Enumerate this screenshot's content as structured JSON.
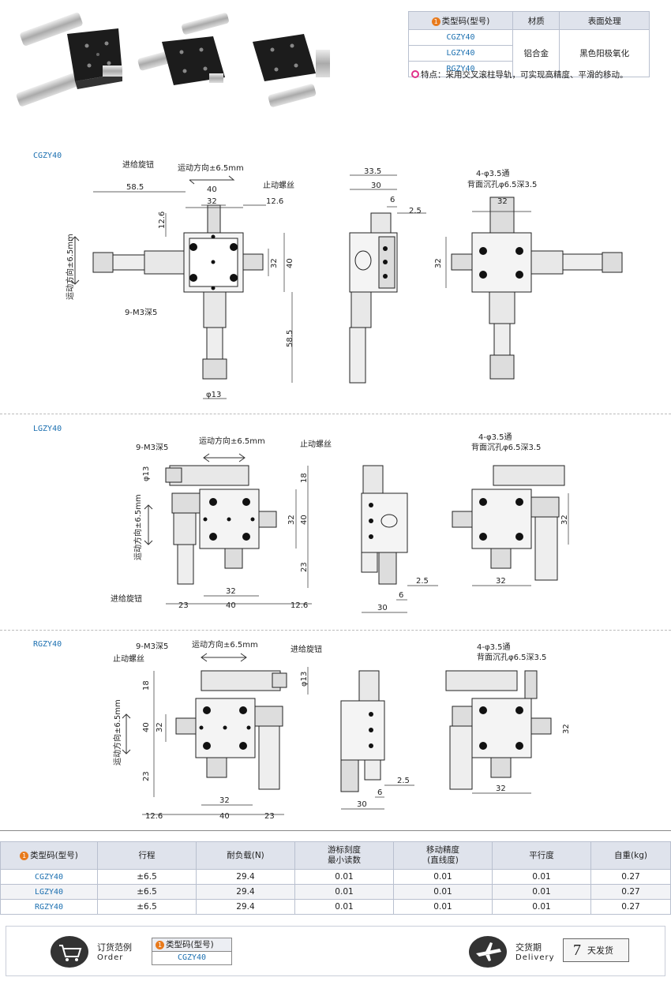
{
  "spec_table": {
    "headers": [
      "类型码(型号)",
      "材质",
      "表面处理"
    ],
    "header_num": "1",
    "models": [
      "CGZY40",
      "LGZY40",
      "RGZY40"
    ],
    "material": "铝合金",
    "surface": "黑色阳极氧化"
  },
  "feature": {
    "label": "特点：",
    "text": "采用交叉滚柱导轨，可实现高精度、平滑的移动。"
  },
  "drawings": {
    "cgzy40": {
      "section_label": "CGZY40",
      "feed_knob": "进给旋钮",
      "motion_dir": "运动方向±6.5mm",
      "stop_screw": "止动螺丝",
      "tap": "9-M3深5",
      "hole_through": "4-φ3.5通",
      "counterbore": "背面沉孔φ6.5深3.5",
      "dims": [
        "58.5",
        "40",
        "32",
        "12.6",
        "12.6",
        "32",
        "40",
        "58.5",
        "φ13",
        "33.5",
        "30",
        "6",
        "2.5",
        "32",
        "32"
      ]
    },
    "lgzy40": {
      "section_label": "LGZY40",
      "tap": "9-M3深5",
      "motion_dir": "运动方向±6.5mm",
      "stop_screw": "止动螺丝",
      "feed_knob": "进给旋钮",
      "hole_through": "4-φ3.5通",
      "counterbore": "背面沉孔φ6.5深3.5",
      "dims": [
        "φ13",
        "18",
        "32",
        "40",
        "23",
        "32",
        "23",
        "40",
        "12.6",
        "2.5",
        "6",
        "30",
        "32",
        "32"
      ]
    },
    "rgzy40": {
      "section_label": "RGZY40",
      "tap": "9-M3深5",
      "motion_dir": "运动方向±6.5mm",
      "feed_knob": "进给旋钮",
      "stop_screw": "止动螺丝",
      "hole_through": "4-φ3.5通",
      "counterbore": "背面沉孔φ6.5深3.5",
      "dims": [
        "φ13",
        "18",
        "40",
        "32",
        "23",
        "32",
        "12.6",
        "40",
        "23",
        "2.5",
        "6",
        "30",
        "32",
        "32"
      ]
    }
  },
  "perf_table": {
    "header_num": "1",
    "headers": [
      "类型码(型号)",
      "行程",
      "耐负载(N)",
      "游标刻度\n最小读数",
      "移动精度\n(直线度)",
      "平行度",
      "自重(kg)"
    ],
    "rows": [
      [
        "CGZY40",
        "±6.5",
        "29.4",
        "0.01",
        "0.01",
        "0.01",
        "0.27"
      ],
      [
        "LGZY40",
        "±6.5",
        "29.4",
        "0.01",
        "0.01",
        "0.01",
        "0.27"
      ],
      [
        "RGZY40",
        "±6.5",
        "29.4",
        "0.01",
        "0.01",
        "0.01",
        "0.27"
      ]
    ]
  },
  "order": {
    "title_cn": "订货范例",
    "title_en": "Order",
    "box_header": "类型码(型号)",
    "box_num": "1",
    "box_value": "CGZY40",
    "delivery_cn": "交货期",
    "delivery_en": "Delivery",
    "days_num": "7",
    "days_text": "天发货"
  },
  "colors": {
    "accent_blue": "#1b6fb0",
    "orange": "#e87a1c",
    "pink": "#e0308a",
    "header_bg": "#dfe3ec"
  },
  "icons": [
    "cart-icon",
    "airplane-icon"
  ]
}
